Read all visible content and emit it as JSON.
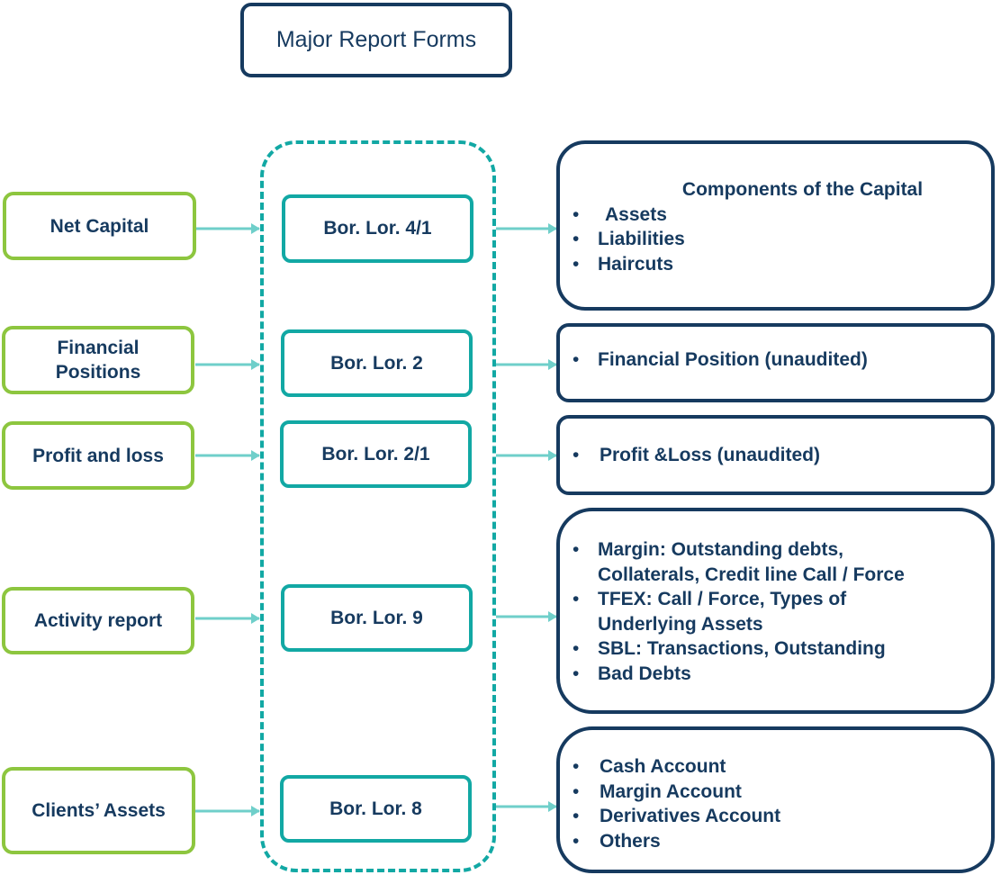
{
  "title": "Major Report Forms",
  "rows": [
    {
      "source": "Net Capital",
      "form": "Bor. Lor. 4/1",
      "detail_heading": "Components of the Capital",
      "details": [
        "Assets",
        "Liabilities",
        "Haircuts"
      ]
    },
    {
      "source": "Financial Positions",
      "form": "Bor. Lor. 2",
      "detail_heading": "",
      "details": [
        "Financial Position (unaudited)"
      ]
    },
    {
      "source": "Profit and loss",
      "form": "Bor. Lor. 2/1",
      "detail_heading": "",
      "details": [
        "Profit &Loss (unaudited)"
      ]
    },
    {
      "source": "Activity report",
      "form": "Bor. Lor. 9",
      "detail_heading": "",
      "details": [
        "Margin: Outstanding debts, Collaterals, Credit line Call / Force",
        "TFEX: Call / Force, Types of Underlying Assets",
        "SBL: Transactions, Outstanding",
        "Bad Debts"
      ]
    },
    {
      "source": "Clients’ Assets",
      "form": "Bor. Lor. 8",
      "detail_heading": "",
      "details": [
        "Cash Account",
        "Margin Account",
        "Derivatives Account",
        "Others"
      ]
    }
  ],
  "colors": {
    "navy": "#163a5f",
    "teal": "#12a8a4",
    "green": "#8dc63f",
    "arrow": "#6fcfca"
  }
}
